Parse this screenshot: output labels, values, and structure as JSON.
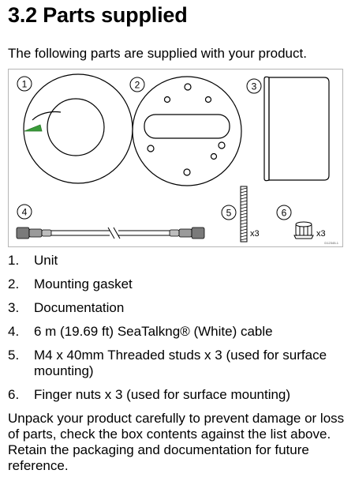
{
  "heading": {
    "title": "3.2 Parts supplied"
  },
  "intro": "The following parts are supplied with your product.",
  "figure": {
    "callouts": [
      "1",
      "2",
      "3",
      "4",
      "5",
      "6"
    ],
    "qty_stud": "x3",
    "qty_nut": "x3",
    "figure_ref": "D12345-1"
  },
  "parts": [
    {
      "num": "1.",
      "text": "Unit"
    },
    {
      "num": "2.",
      "text": "Mounting gasket"
    },
    {
      "num": "3.",
      "text": "Documentation"
    },
    {
      "num": "4.",
      "text": "6 m (19.69 ft) SeaTalkng® (White) cable"
    },
    {
      "num": "5.",
      "text": "M4 x 40mm Threaded studs x 3 (used for surface mounting)"
    },
    {
      "num": "6.",
      "text": "Finger nuts x 3 (used for surface mounting)"
    }
  ],
  "outro": "Unpack your product carefully to prevent damage or loss of parts, check the box contents against the list above. Retain the packaging and documentation for future reference.",
  "colors": {
    "accent_green": "#3a9b3a",
    "line": "#000000",
    "connector": "#7a7a7a"
  }
}
